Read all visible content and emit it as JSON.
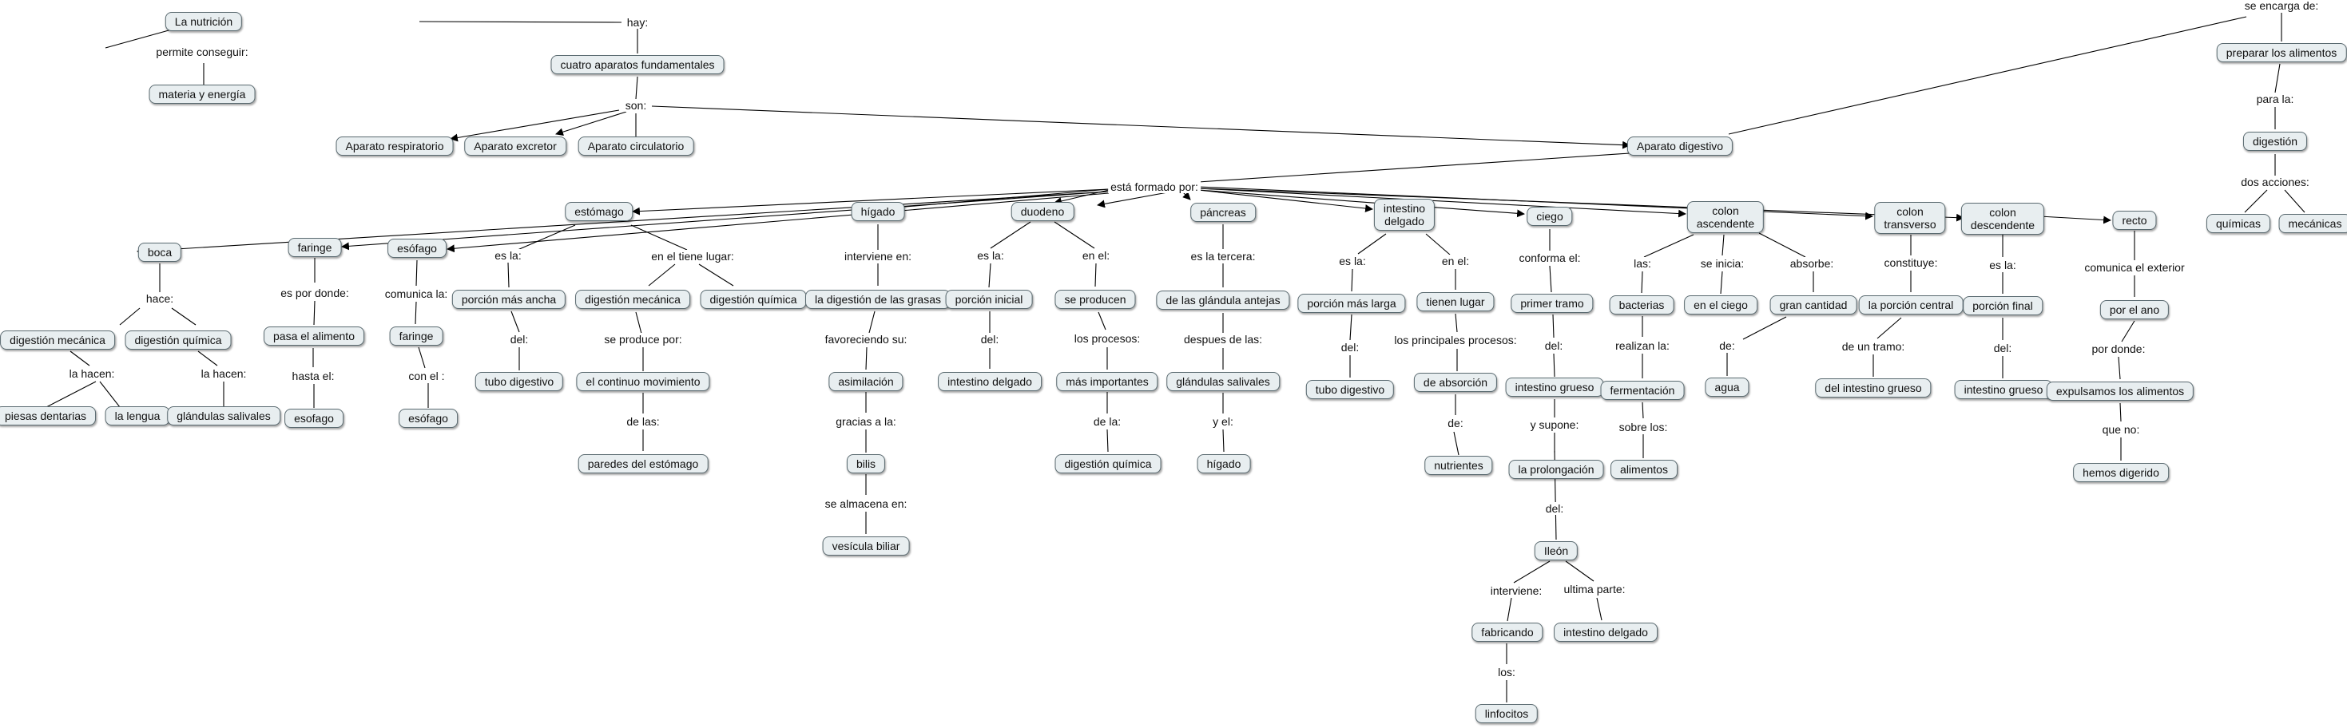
{
  "nodes": {
    "n_nutricion": "La nutrición",
    "n_materia": "materia y energía",
    "n_cuatro": "cuatro aparatos fundamentales",
    "n_respiratorio": "Aparato respiratorio",
    "n_excretor": "Aparato excretor",
    "n_circulatorio": "Aparato circulatorio",
    "n_digestivo": "Aparato digestivo",
    "n_preparar": "preparar los alimentos",
    "n_digestion": "digestión",
    "n_quimicas": "químicas",
    "n_mecanicas": "mecánicas",
    "n_boca": "boca",
    "n_dig_mecanica_boca": "digestión mecánica",
    "n_dig_quimica_boca": "digestión química",
    "n_piesas": "piesas dentarias",
    "n_lengua": "la lengua",
    "n_glandulas_boca": "glándulas salivales",
    "n_faringe": "faringe",
    "n_pasa": "pasa el alimento",
    "n_esofago_f": "esofago",
    "n_esofago": "esófago",
    "n_faringe2": "faringe",
    "n_esofago2": "esófago",
    "n_estomago": "estómago",
    "n_porcion_ancha": "porción más ancha",
    "n_tubo_dig1": "tubo digestivo",
    "n_dig_mec_est": "digestión mecánica",
    "n_dig_quim_est": "digestión química",
    "n_continuo": "el continuo movimiento",
    "n_paredes": "paredes del estómago",
    "n_higado": "hígado",
    "n_grasas": "la digestión de las grasas",
    "n_asimilacion": "asimilación",
    "n_bilis": "bilis",
    "n_vesicula": "vesícula biliar",
    "n_duodeno": "duodeno",
    "n_porcion_inicial": "porción inicial",
    "n_int_delgado1": "intestino delgado",
    "n_se_producen": "se producen",
    "n_mas_importantes": "más importantes",
    "n_dig_quim_duod": "digestión química",
    "n_pancreas": "páncreas",
    "n_antejas": "de las glándula antejas",
    "n_glandulas2": "glándulas salivales",
    "n_higado2": "hígado",
    "n_int_delgado": "intestino\ndelgado",
    "n_porcion_larga": "porción más larga",
    "n_tubo_dig2": "tubo digestivo",
    "n_tienen_lugar": "tienen lugar",
    "n_absorcion": "de absorción",
    "n_nutrientes": "nutrientes",
    "n_ciego": "ciego",
    "n_primer_tramo": "primer tramo",
    "n_int_grueso1": "intestino grueso",
    "n_prolongacion": "la prolongación",
    "n_ileon": "Ileón",
    "n_fabricando": "fabricando",
    "n_int_delgado3": "intestino delgado",
    "n_linfocitos": "linfocitos",
    "n_colon_asc": "colon\nascendente",
    "n_bacterias": "bacterias",
    "n_fermentacion": "fermentación",
    "n_alimentos": "alimentos",
    "n_en_ciego": "en el ciego",
    "n_gran_cantidad": "gran cantidad",
    "n_agua": "agua",
    "n_colon_trans": "colon\ntransverso",
    "n_porcion_central": "la porción central",
    "n_int_grueso2": "del intestino grueso",
    "n_colon_desc": "colon\ndescendente",
    "n_porcion_final": "porción final",
    "n_int_grueso3": "intestino grueso",
    "n_recto": "recto",
    "n_por_ano": "por el ano",
    "n_expulsamos": "expulsamos los alimentos",
    "n_hemos_digerido": "hemos digerido"
  },
  "links": {
    "l_permite": "permite conseguir:",
    "l_hay": "hay:",
    "l_son": "son:",
    "l_esta_formado": "está formado por:",
    "l_se_encarga": "se encarga de:",
    "l_para_la": "para la:",
    "l_dos_acciones": "dos acciones:",
    "l_hace": "hace:",
    "l_la_hacen1": "la hacen:",
    "l_la_hacen2": "la hacen:",
    "l_es_por_donde": "es por donde:",
    "l_hasta_el": "hasta el:",
    "l_comunica_la": "comunica la:",
    "l_con_el": "con el :",
    "l_es_la_est": "es la:",
    "l_del_est": "del:",
    "l_en_el_tiene": "en el tiene lugar:",
    "l_se_produce": "se produce por:",
    "l_de_las": "de las:",
    "l_interviene_en": "interviene en:",
    "l_favoreciendo": "favoreciendo su:",
    "l_gracias": "gracias a la:",
    "l_almacena": "se almacena en:",
    "l_es_la_duo": "es la:",
    "l_del_duo": "del:",
    "l_en_el_duo": "en el:",
    "l_procesos": "los procesos:",
    "l_de_la_duo": "de la:",
    "l_es_la_tercera": "es la tercera:",
    "l_despues": "despues de las:",
    "l_y_el": "y el:",
    "l_es_la_int": "es la:",
    "l_del_int": "del:",
    "l_en_el_int": "en el:",
    "l_principales": "los principales procesos:",
    "l_de_int": "de:",
    "l_conforma": "conforma el:",
    "l_del_ciego": "del:",
    "l_y_supone": "y supone:",
    "l_del_prol": "del:",
    "l_interviene": "interviene:",
    "l_ultima": "ultima parte:",
    "l_los": "los:",
    "l_las": "las:",
    "l_realizan": "realizan la:",
    "l_sobre_los": "sobre los:",
    "l_se_inicia": "se inicia:",
    "l_absorbe": "absorbe:",
    "l_de_agua": "de:",
    "l_constituye": "constituye:",
    "l_de_un_tramo": "de un tramo:",
    "l_es_la_desc": "es la:",
    "l_del_desc": "del:",
    "l_comunica_ext": "comunica el exterior",
    "l_por_donde": "por donde:",
    "l_que_no": "que no:"
  }
}
